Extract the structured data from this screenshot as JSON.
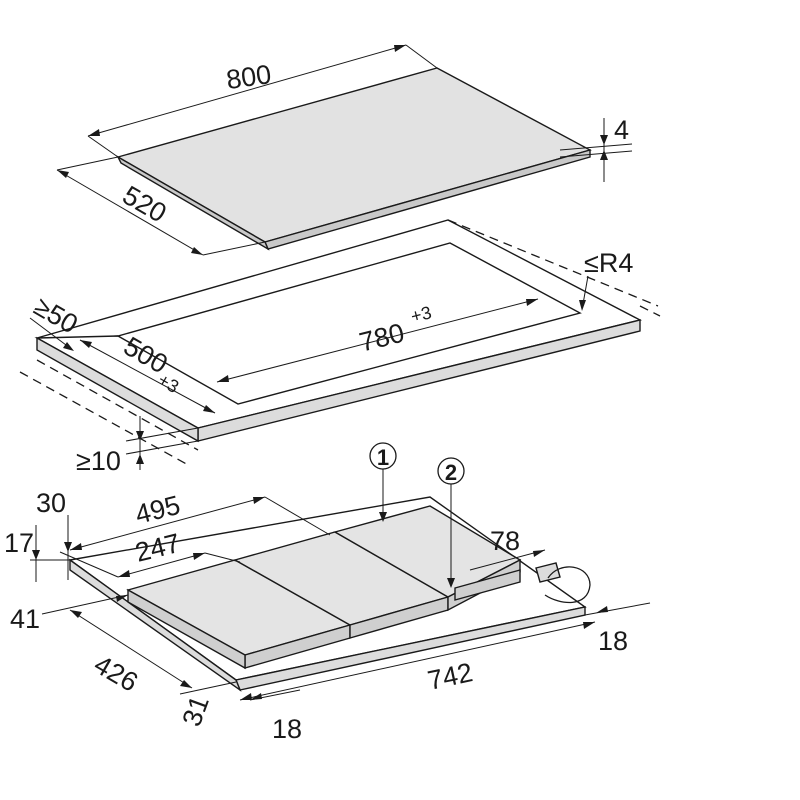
{
  "colors": {
    "line": "#1a1a1a",
    "glass_top": "#e2e2e2",
    "glass_edge": "#c9c9c9",
    "frame_top": "#ffffff",
    "frame_side": "#dcdcdc",
    "module_top": "#e4e4e4",
    "module_side": "#cfcfcf",
    "background": "#ffffff"
  },
  "hob": {
    "width": "800",
    "depth": "520",
    "thickness": "4"
  },
  "cutout": {
    "min_edge_distance": "≥50",
    "width": "780",
    "width_tolerance": "+3",
    "depth": "500",
    "depth_tolerance": "+3",
    "corner_radius": "≤R4",
    "worktop_thickness": "≥10"
  },
  "base": {
    "overall_depth": "495",
    "half_depth": "247",
    "height_30": "30",
    "height_17": "17",
    "offset_41": "41",
    "length_426": "426",
    "dim_31": "31",
    "dim_18_front": "18",
    "length_742": "742",
    "dim_18_right": "18",
    "dim_78": "78"
  },
  "callouts": [
    {
      "number": "1"
    },
    {
      "number": "2"
    }
  ]
}
